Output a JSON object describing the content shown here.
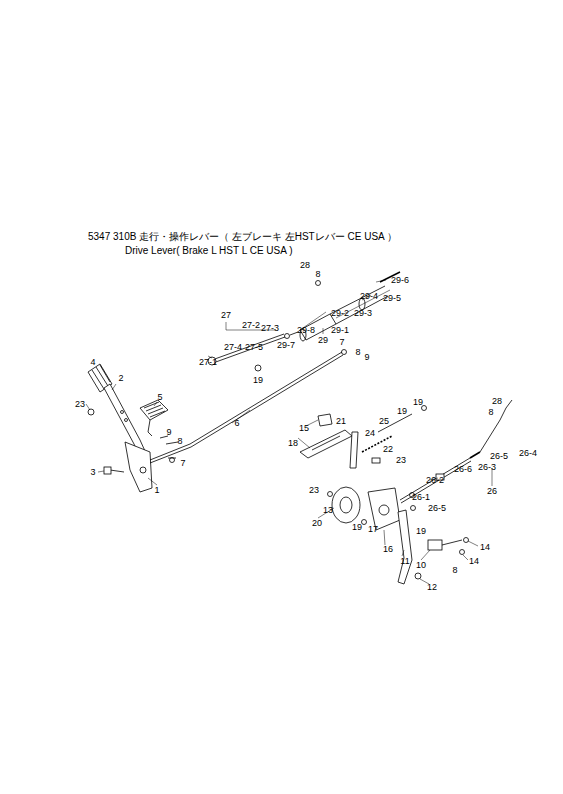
{
  "diagram": {
    "title": "5347 310B 走行・操作レバー（ 左ブレーキ 左HSTレバー CE USA ）",
    "labels": [
      "Drive Lever( Brake L HST L CE USA )",
      "28",
      "8",
      "29-6",
      "29-4",
      "29-5",
      "27",
      "29-2",
      "29-3",
      "27-2",
      "27-3",
      "29-8",
      "29-1",
      "27-4",
      "27-5",
      "29",
      "7",
      "29-7",
      "8",
      "9",
      "27-1",
      "19",
      "4",
      "2",
      "5",
      "23",
      "6",
      "19",
      "19",
      "28",
      "8",
      "15",
      "25",
      "21",
      "9",
      "24",
      "8",
      "22",
      "18",
      "7",
      "23",
      "26-5",
      "26-4",
      "26-3",
      "26-6",
      "3",
      "1",
      "26-2",
      "26",
      "23",
      "26-1",
      "26-5",
      "13",
      "20",
      "19",
      "17",
      "19",
      "16",
      "14",
      "11",
      "10",
      "14",
      "8",
      "12"
    ]
  }
}
